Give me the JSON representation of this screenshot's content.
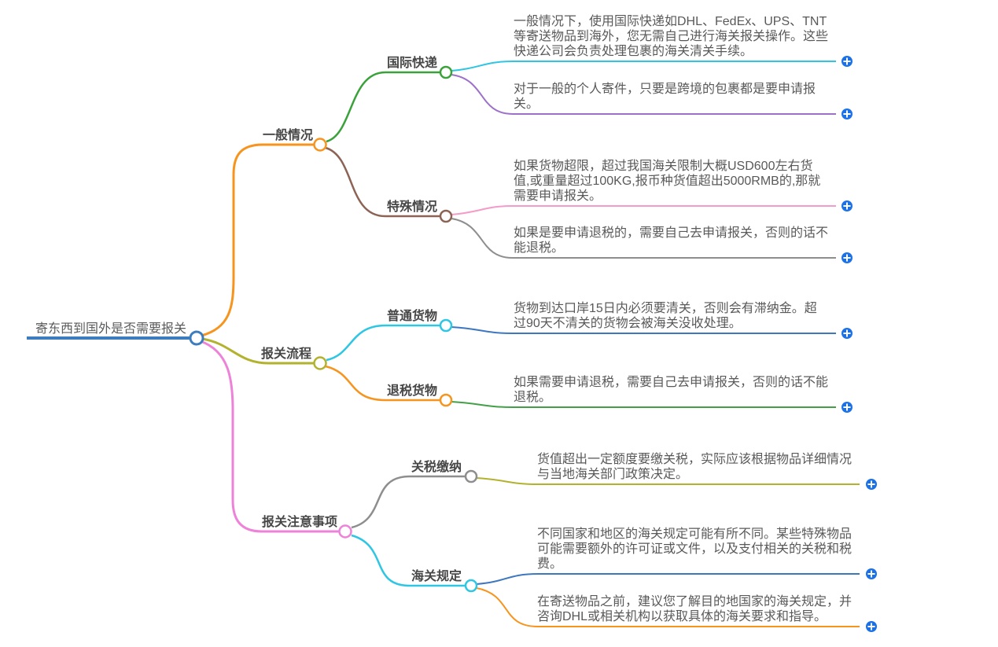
{
  "app": {
    "background_color": "#ffffff"
  },
  "icons": {
    "add_child": "plus-circle-icon",
    "node_port": "circle-toggle-icon"
  },
  "mindmap": {
    "add_button_color": "#1b72e8",
    "root": {
      "label": "寄东西到国外是否需要报关",
      "color": "#3d7dbf"
    },
    "branches": [
      {
        "label": "一般情况",
        "color": "#f7941e",
        "children": [
          {
            "label": "国际快递",
            "color": "#3ba23b",
            "leaves": [
              {
                "text": "一般情况下，使用国际快递如DHL、FedEx、UPS、TNT等寄送物品到海外，您无需自己进行海关报关操作。这些快递公司会负责处理包裹的海关清关手续。",
                "color": "#2ec6e2"
              },
              {
                "text": "对于一般的个人寄件，只要是跨境的包裹都是要申请报关。",
                "color": "#9d70ca"
              }
            ]
          },
          {
            "label": "特殊情况",
            "color": "#8d6355",
            "leaves": [
              {
                "text": "如果货物超限，超过我国海关限制大概USD600左右货值,或重量超过100KG,报币种货值超出5000RMB的,那就需要申请报关。",
                "color": "#f49bc8"
              },
              {
                "text": "如果是要申请退税的，需要自己去申请报关，否则的话不能退税。",
                "color": "#8e8e8e"
              }
            ]
          }
        ]
      },
      {
        "label": "报关流程",
        "color": "#b2b22e",
        "children": [
          {
            "label": "普通货物",
            "color": "#2ec6e2",
            "leaves": [
              {
                "text": "货物到达口岸15日内必须要清关，否则会有滞纳金。超过90天不清关的货物会被海关没收处理。",
                "color": "#3d77c0"
              }
            ]
          },
          {
            "label": "退税货物",
            "color": "#f7941e",
            "leaves": [
              {
                "text": "如果需要申请退税，需要自己去申请报关，否则的话不能退税。",
                "color": "#43a047"
              }
            ]
          }
        ]
      },
      {
        "label": "报关注意事项",
        "color": "#ee82d8",
        "children": [
          {
            "label": "关税缴纳",
            "color": "#8e8e8e",
            "leaves": [
              {
                "text": "货值超出一定额度要缴关税，实际应该根据物品详细情况与当地海关部门政策决定。",
                "color": "#b2b22e"
              }
            ]
          },
          {
            "label": "海关规定",
            "color": "#2ec6e2",
            "leaves": [
              {
                "text": "不同国家和地区的海关规定可能有所不同。某些特殊物品可能需要额外的许可证或文件，以及支付相关的关税和税费。",
                "color": "#3d77c0"
              },
              {
                "text": "在寄送物品之前，建议您了解目的地国家的海关规定，并咨询DHL或相关机构以获取具体的海关要求和指导。",
                "color": "#f7941e"
              }
            ]
          }
        ]
      }
    ]
  }
}
